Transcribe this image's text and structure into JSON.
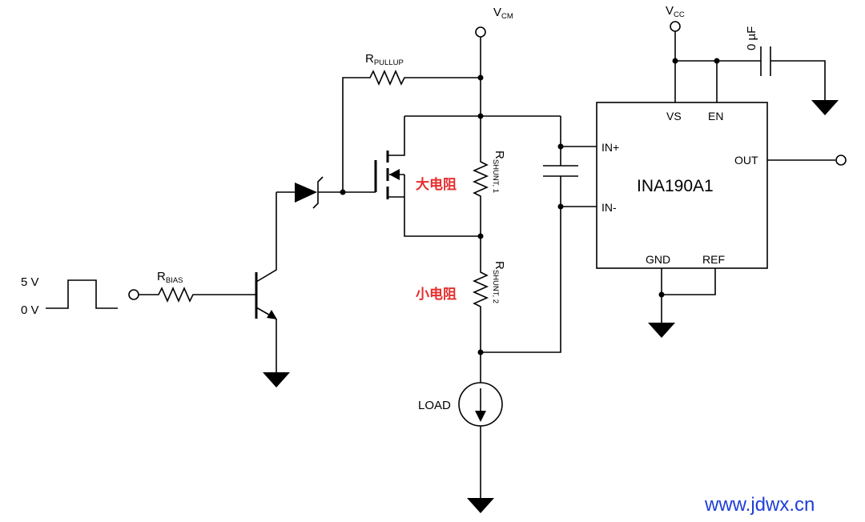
{
  "labels": {
    "vcm": {
      "main": "V",
      "sub": "CM"
    },
    "vcc": {
      "main": "V",
      "sub": "CC"
    },
    "cap_value": "0 µF",
    "r_pullup": {
      "main": "R",
      "sub": "PULLUP"
    },
    "r_shunt1": {
      "main": "R",
      "sub": "SHUNT, 1"
    },
    "r_shunt2": {
      "main": "R",
      "sub": "SHUNT, 2"
    },
    "large_resistor": "大电阻",
    "small_resistor": "小电阻",
    "r_bias": {
      "main": "R",
      "sub": "BIAS"
    },
    "pulse_high": "5 V",
    "pulse_low": "0 V",
    "load": "LOAD"
  },
  "ic": {
    "name": "INA190A1",
    "pins": {
      "vs": "VS",
      "en": "EN",
      "in_plus": "IN+",
      "in_minus": "IN-",
      "out": "OUT",
      "gnd": "GND",
      "ref": "REF"
    }
  },
  "watermark": "www.jdwx.cn",
  "colors": {
    "wire": "#000000",
    "highlight": "#e62e2e",
    "watermark": "#1e3ed8"
  }
}
